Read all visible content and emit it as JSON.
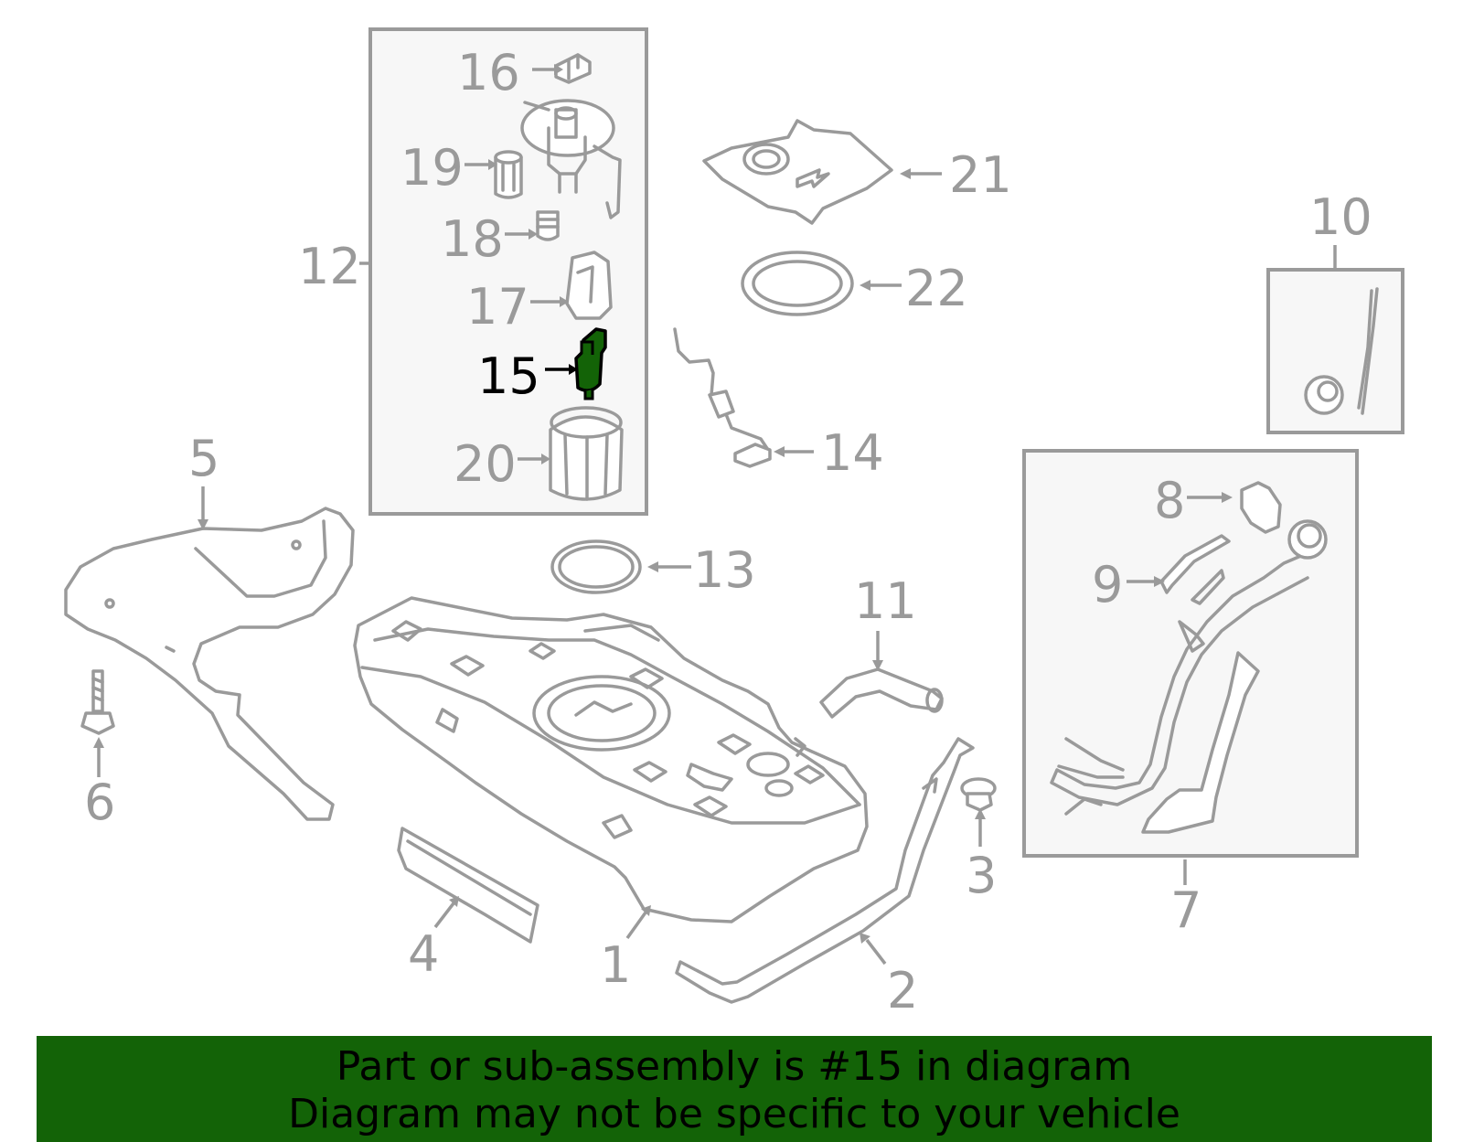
{
  "diagram": {
    "highlight_color": "#136307",
    "line_color": "#9a9a9a",
    "labels": {
      "p1": "1",
      "p2": "2",
      "p3": "3",
      "p4": "4",
      "p5": "5",
      "p6": "6",
      "p7": "7",
      "p8": "8",
      "p9": "9",
      "p10": "10",
      "p11": "11",
      "p12": "12",
      "p13": "13",
      "p14": "14",
      "p15": "15",
      "p16": "16",
      "p17": "17",
      "p18": "18",
      "p19": "19",
      "p20": "20",
      "p21": "21",
      "p22": "22"
    },
    "highlighted_part": "15"
  },
  "banner": {
    "line1": "Part or sub-assembly is #15 in diagram",
    "line2": "Diagram may not be specific to your vehicle",
    "background": "#136307"
  }
}
